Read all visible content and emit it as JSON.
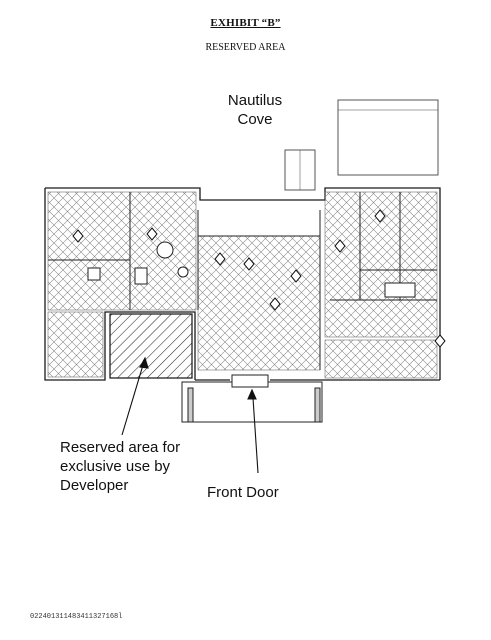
{
  "header": {
    "exhibit_title": "EXHIBIT “B”",
    "subtitle": "RESERVED AREA"
  },
  "plan": {
    "title_line1": "Nautilus",
    "title_line2": "Cove"
  },
  "annotations": {
    "reserved_line1": "Reserved area for",
    "reserved_line2": "exclusive use by",
    "reserved_line3": "Developer",
    "front_door": "Front Door"
  },
  "footer": {
    "document_id": "022401311483411327168l"
  },
  "colors": {
    "ink": "#111111",
    "hatch": "#3a3a3a",
    "crosshatch": "#8a8a8a"
  }
}
